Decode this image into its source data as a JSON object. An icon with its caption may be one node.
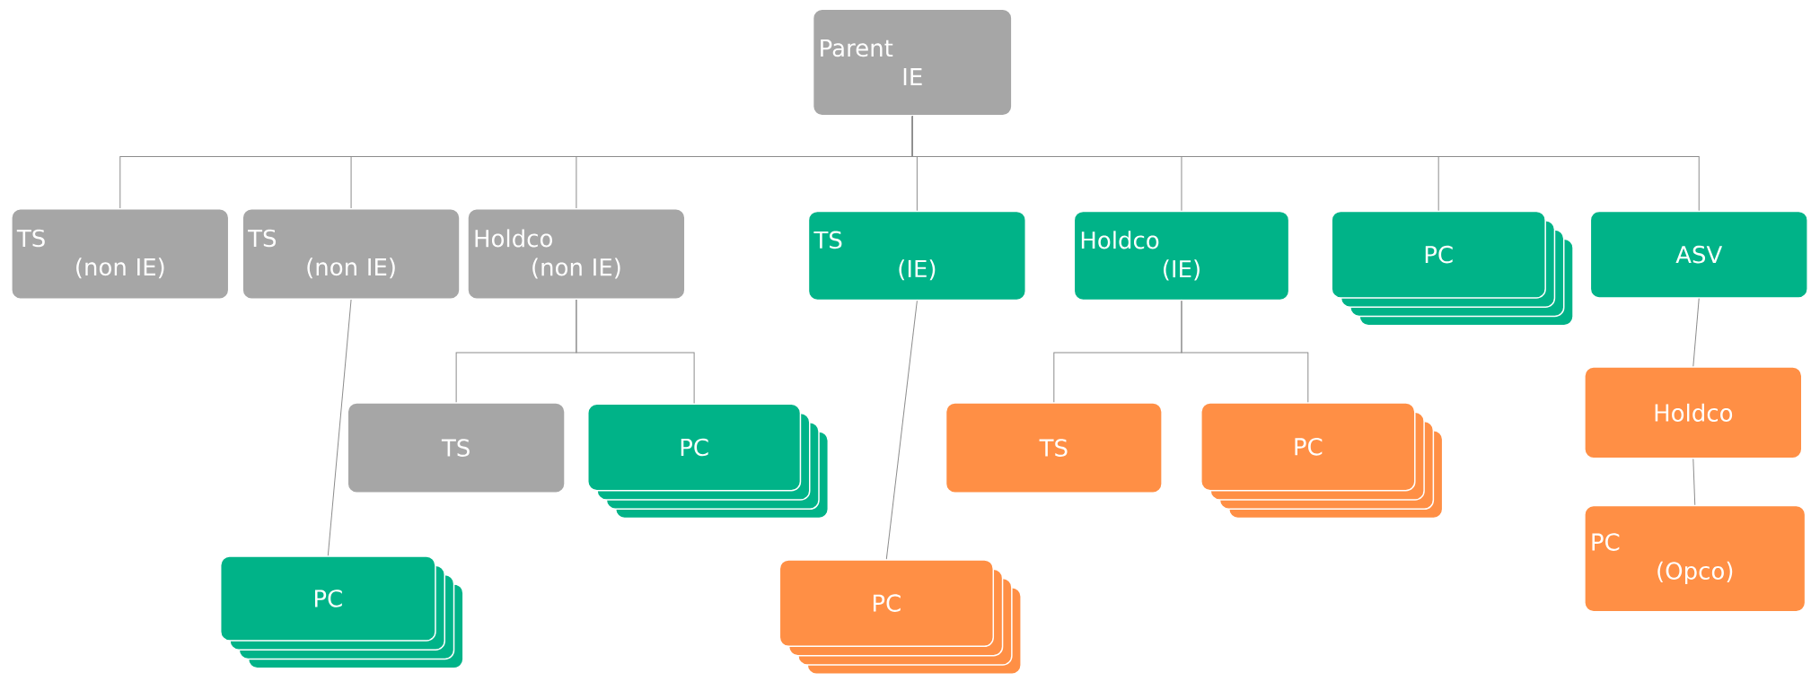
{
  "diagram": {
    "nodes": [
      {
        "text": [
          "Parent IE"
        ]
      },
      {
        "text": [
          "TS (non IE)"
        ]
      },
      {
        "text": [
          "TS (non IE)"
        ]
      },
      {
        "text": [
          "Holdco (non IE)"
        ]
      },
      {
        "text": [
          "TS (IE)"
        ]
      },
      {
        "text": [
          "Holdco (IE)"
        ]
      },
      {
        "text": [
          "PC"
        ]
      },
      {
        "text": [
          "ASV"
        ]
      },
      {
        "text": [
          "TS"
        ]
      },
      {
        "text": [
          "PC"
        ]
      },
      {
        "text": [
          "PC"
        ]
      },
      {
        "text": [
          "TS"
        ]
      },
      {
        "text": [
          "PC"
        ]
      },
      {
        "text": [
          "PC"
        ]
      },
      {
        "text": [
          "Holdco"
        ]
      },
      {
        "text": [
          "PC (Opco)"
        ]
      }
    ],
    "edges": [
      {
        "from": 0,
        "to": 1,
        "arrow": "none"
      },
      {
        "from": 0,
        "to": 2,
        "arrow": "none"
      },
      {
        "from": 0,
        "to": 3,
        "arrow": "none"
      },
      {
        "from": 0,
        "to": 4,
        "arrow": "none"
      },
      {
        "from": 0,
        "to": 5,
        "arrow": "none"
      },
      {
        "from": 0,
        "to": 6,
        "arrow": "none"
      },
      {
        "from": 0,
        "to": 7,
        "arrow": "none"
      },
      {
        "from": 3,
        "to": 8,
        "arrow": "none"
      },
      {
        "from": 3,
        "to": 9,
        "arrow": "none"
      },
      {
        "from": 2,
        "to": 10,
        "arrow": "none"
      },
      {
        "from": 4,
        "to": 13,
        "arrow": "none"
      },
      {
        "from": 5,
        "to": 11,
        "arrow": "none"
      },
      {
        "from": 5,
        "to": 12,
        "arrow": "none"
      },
      {
        "from": 7,
        "to": 14,
        "arrow": "none"
      },
      {
        "from": 14,
        "to": 15,
        "arrow": "none"
      }
    ]
  }
}
